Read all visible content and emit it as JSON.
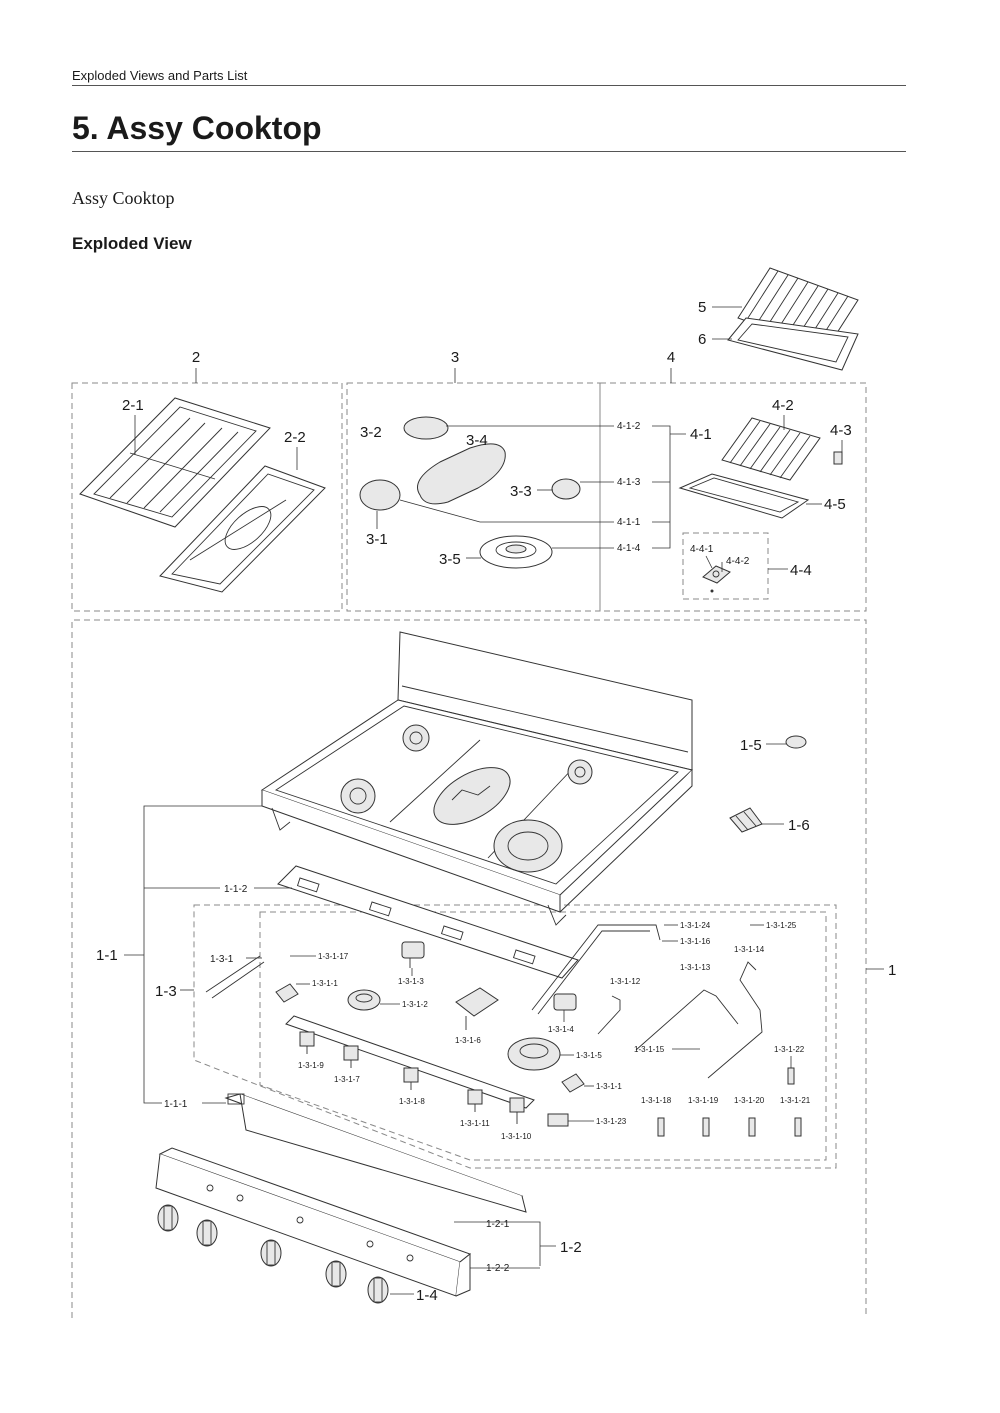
{
  "header": {
    "section_label": "Exploded Views and Parts List",
    "title": "5.  Assy Cooktop",
    "subtitle": "Assy Cooktop",
    "subheading": "Exploded View"
  },
  "callouts": {
    "c2": "2",
    "c3": "3",
    "c4": "4",
    "c5": "5",
    "c6": "6",
    "c2_1": "2-1",
    "c2_2": "2-2",
    "c3_1": "3-1",
    "c3_2": "3-2",
    "c3_3": "3-3",
    "c3_4": "3-4",
    "c3_5": "3-5",
    "c4_1": "4-1",
    "c4_1_1": "4-1-1",
    "c4_1_2": "4-1-2",
    "c4_1_3": "4-1-3",
    "c4_1_4": "4-1-4",
    "c4_2": "4-2",
    "c4_3": "4-3",
    "c4_4": "4-4",
    "c4_4_1": "4-4-1",
    "c4_4_2": "4-4-2",
    "c4_5": "4-5",
    "c1": "1",
    "c1_1": "1-1",
    "c1_1_1": "1-1-1",
    "c1_1_2": "1-1-2",
    "c1_2": "1-2",
    "c1_2_1": "1-2-1",
    "c1_2_2": "1-2-2",
    "c1_3": "1-3",
    "c1_3_1": "1-3-1",
    "c1_4": "1-4",
    "c1_5": "1-5",
    "c1_6": "1-6",
    "c1_3_1_1a": "1-3-1-1",
    "c1_3_1_1b": "1-3-1-1",
    "c1_3_1_2": "1-3-1-2",
    "c1_3_1_3": "1-3-1-3",
    "c1_3_1_4": "1-3-1-4",
    "c1_3_1_5": "1-3-1-5",
    "c1_3_1_6": "1-3-1-6",
    "c1_3_1_7": "1-3-1-7",
    "c1_3_1_8": "1-3-1-8",
    "c1_3_1_9": "1-3-1-9",
    "c1_3_1_10": "1-3-1-10",
    "c1_3_1_11": "1-3-1-11",
    "c1_3_1_12": "1-3-1-12",
    "c1_3_1_13": "1-3-1-13",
    "c1_3_1_14": "1-3-1-14",
    "c1_3_1_15": "1-3-1-15",
    "c1_3_1_16": "1-3-1-16",
    "c1_3_1_17": "1-3-1-17",
    "c1_3_1_18": "1-3-1-18",
    "c1_3_1_19": "1-3-1-19",
    "c1_3_1_20": "1-3-1-20",
    "c1_3_1_21": "1-3-1-21",
    "c1_3_1_22": "1-3-1-22",
    "c1_3_1_23": "1-3-1-23",
    "c1_3_1_24": "1-3-1-24",
    "c1_3_1_25": "1-3-1-25"
  }
}
